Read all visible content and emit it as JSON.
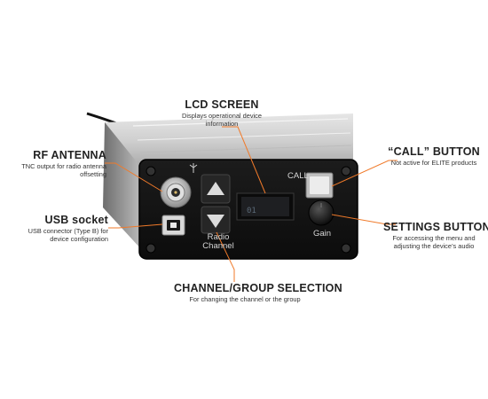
{
  "callouts": {
    "lcd": {
      "title": "LCD SCREEN",
      "desc": "Displays operational device information"
    },
    "rf": {
      "title": "RF ANTENNA",
      "desc": "TNC output for radio antenna offsetting"
    },
    "usb": {
      "title": "USB socket",
      "desc": "USB connector (Type B) for device configuration"
    },
    "call": {
      "title": "“CALL” BUTTON",
      "desc": "Not active for ELITE products"
    },
    "settings": {
      "title": "SETTINGS BUTTON",
      "desc": "For accessing the menu and adjusting the device’s audio"
    },
    "channel": {
      "title": "CHANNEL/GROUP SELECTION",
      "desc": "For changing the channel or the group"
    }
  },
  "device": {
    "call_label": "CALL",
    "gain_label": "Gain",
    "radio_label": "Radio",
    "channel_label": "Channel",
    "lcd_readout": "01",
    "antenna_icon": "antenna-icon"
  },
  "colors": {
    "leader_line": "#f07a2a",
    "panel": "#141414",
    "chassis": "#c9c9c9"
  }
}
